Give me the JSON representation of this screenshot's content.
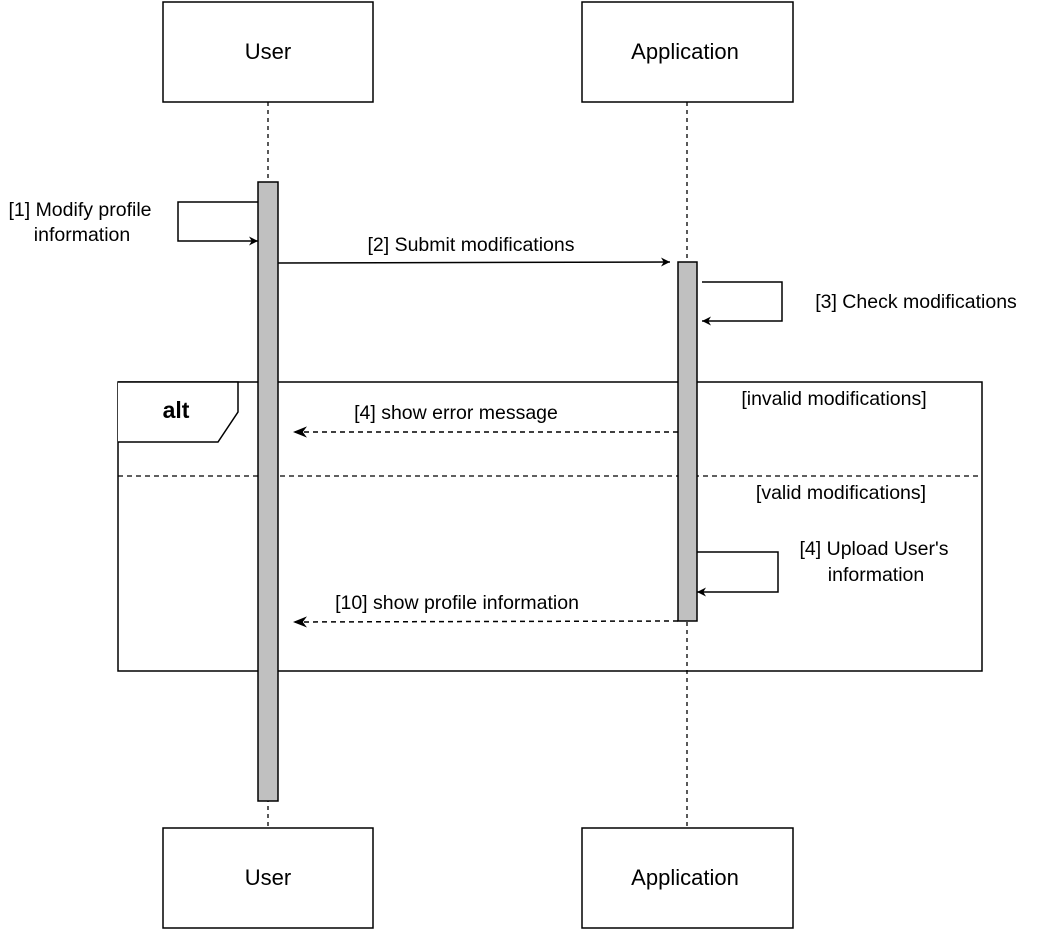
{
  "participants": {
    "user": {
      "name": "User"
    },
    "application": {
      "name": "Application"
    }
  },
  "messages": {
    "m1": {
      "line1": "[1] Modify profile",
      "line2": "information"
    },
    "m2": {
      "label": "[2] Submit modifications"
    },
    "m3": {
      "label": "[3] Check modifications"
    },
    "m4": {
      "label": "[4] show error message"
    },
    "m5": {
      "line1": "[4] Upload User's",
      "line2": "information"
    },
    "m6": {
      "label": "[10] show profile information"
    }
  },
  "alt": {
    "keyword": "alt",
    "guard_invalid": "[invalid modifications]",
    "guard_valid": "[valid modifications]"
  },
  "colors": {
    "activation_fill": "#c0c0c0",
    "stroke": "#000000",
    "background": "#ffffff"
  }
}
